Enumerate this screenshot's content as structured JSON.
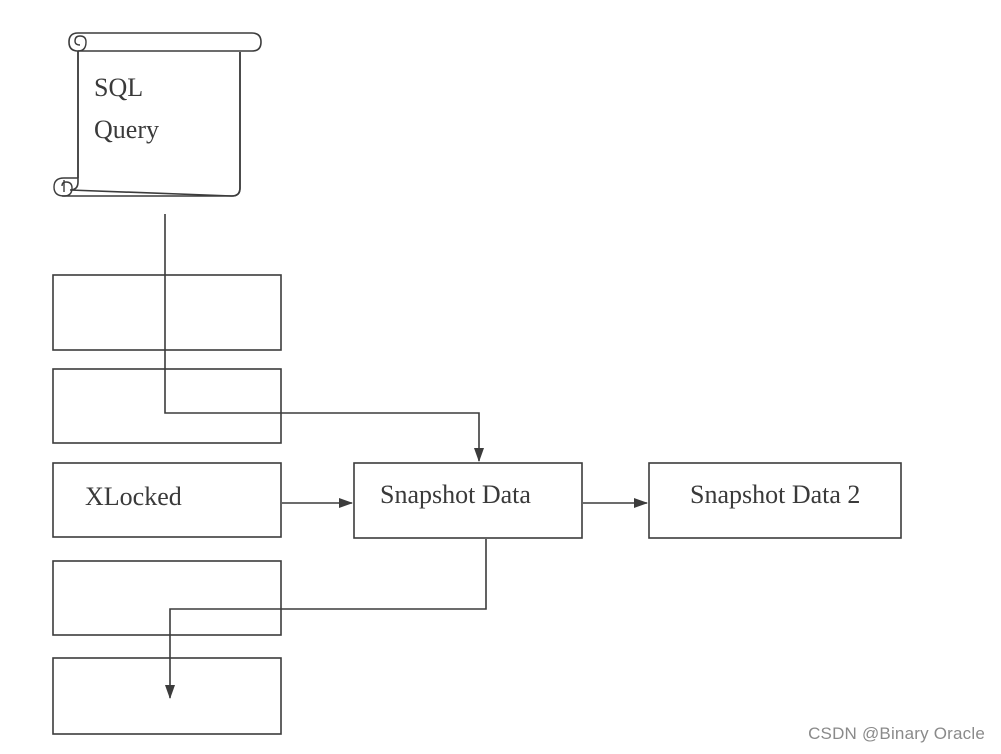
{
  "diagram": {
    "query_scroll": {
      "line1": "SQL",
      "line2": "Query"
    },
    "rows": [
      {
        "label": ""
      },
      {
        "label": ""
      },
      {
        "label": "XLocked"
      },
      {
        "label": ""
      },
      {
        "label": ""
      }
    ],
    "snapshot": {
      "label": "Snapshot Data"
    },
    "snapshot2": {
      "label": "Snapshot Data 2"
    },
    "colors": {
      "stroke": "#3c3c3c",
      "text": "#3a3a3a",
      "background": "#ffffff"
    }
  },
  "watermark": {
    "text": "CSDN @Binary Oracle"
  }
}
